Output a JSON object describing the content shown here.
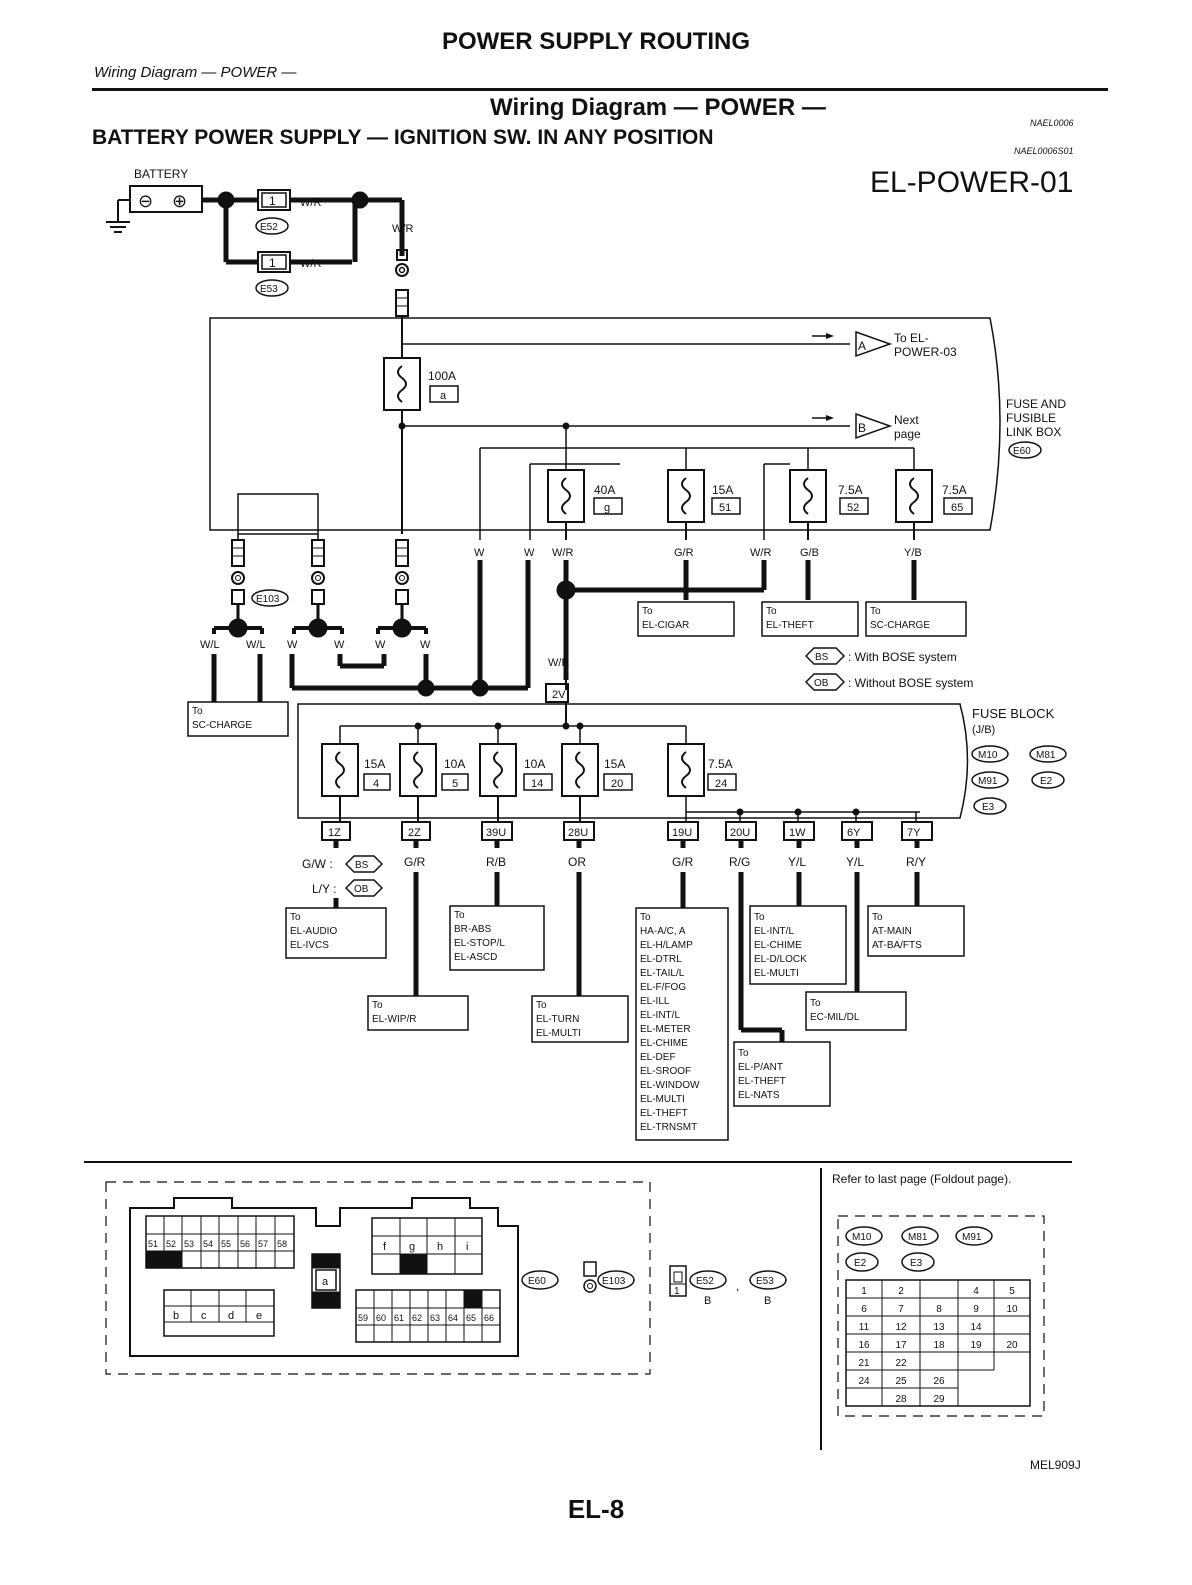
{
  "page": {
    "title": "POWER SUPPLY ROUTING",
    "subheader": "Wiring Diagram — POWER —",
    "section_title": "Wiring Diagram — POWER —",
    "battery_title": "BATTERY POWER SUPPLY — IGNITION SW. IN ANY POSITION",
    "code1": "NAEL0006",
    "code2": "NAEL0006S01",
    "diagram_id": "EL-POWER-01",
    "refer_text": "Refer to last page (Foldout page).",
    "image_code": "MEL909J",
    "page_number": "EL-8"
  },
  "battery": {
    "label": "BATTERY",
    "neg": "⊖",
    "pos": "⊕"
  },
  "links": [
    {
      "num": "1",
      "wire": "W/R",
      "conn": "E52"
    },
    {
      "num": "1",
      "wire": "W/R",
      "conn": "E53"
    }
  ],
  "main_wire": "W/R",
  "fusible_box": {
    "label1": "FUSE AND",
    "label2": "FUSIBLE",
    "label3": "LINK BOX",
    "conn": "E60",
    "main_fuse": {
      "amp": "100A",
      "id": "a"
    },
    "fuses": [
      {
        "amp": "40A",
        "id": "g",
        "wire": "W/R"
      },
      {
        "amp": "15A",
        "id": "51",
        "wire": "G/R"
      },
      {
        "amp": "7.5A",
        "id": "52",
        "wire": "G/B"
      },
      {
        "amp": "7.5A",
        "id": "65",
        "wire": "Y/B"
      }
    ],
    "arrow_a": {
      "letter": "A",
      "l1": "To EL-",
      "l2": "POWER-03"
    },
    "arrow_b": {
      "letter": "B",
      "l1": "Next",
      "l2": "page"
    }
  },
  "left_wires": {
    "w1": "W",
    "w2": "W",
    "wl1": "W/L",
    "wl2": "W/L",
    "w3": "W",
    "w4": "W",
    "w5": "W",
    "w6": "W",
    "wr2": "W/R",
    "e103": "E103"
  },
  "to_boxes_top": {
    "to": "To",
    "cigar": "EL-CIGAR",
    "theft": "EL-THEFT",
    "charge": "SC-CHARGE",
    "charge_left": "SC-CHARGE",
    "wr_theft": "W/R"
  },
  "legend": {
    "bs": "BS",
    "bs_text": ": With BOSE system",
    "ob": "OB",
    "ob_text": ": Without BOSE system"
  },
  "fuse_block": {
    "label1": "FUSE BLOCK",
    "label2": "(J/B)",
    "conns": [
      "M10",
      "M81",
      "M91",
      "E2",
      "E3"
    ],
    "input_pin": "2V",
    "fuses": [
      {
        "amp": "15A",
        "id": "4"
      },
      {
        "amp": "10A",
        "id": "5"
      },
      {
        "amp": "10A",
        "id": "14"
      },
      {
        "amp": "15A",
        "id": "20"
      },
      {
        "amp": "7.5A",
        "id": "24"
      }
    ],
    "pins": [
      "1Z",
      "2Z",
      "39U",
      "28U",
      "19U",
      "20U",
      "1W",
      "6Y",
      "7Y"
    ],
    "wires": [
      "G/R",
      "R/B",
      "OR",
      "G/R",
      "R/G",
      "Y/L",
      "Y/L",
      "R/Y"
    ],
    "gw": "G/W :",
    "ly": "L/Y :"
  },
  "bottom_boxes": {
    "audio": [
      "To",
      "EL-AUDIO",
      "EL-IVCS"
    ],
    "wiper": [
      "To",
      "EL-WIP/R"
    ],
    "abs": [
      "To",
      "BR-ABS",
      "EL-STOP/L",
      "EL-ASCD"
    ],
    "turn": [
      "To",
      "EL-TURN",
      "EL-MULTI"
    ],
    "hvac": [
      "To",
      "HA-A/C, A",
      "EL-H/LAMP",
      "EL-DTRL",
      "EL-TAIL/L",
      "EL-F/FOG",
      "EL-ILL",
      "EL-INT/L",
      "EL-METER",
      "EL-CHIME",
      "EL-DEF",
      "EL-SROOF",
      "EL-WINDOW",
      "EL-MULTI",
      "EL-THEFT",
      "EL-TRNSMT"
    ],
    "pant": [
      "To",
      "EL-P/ANT",
      "EL-THEFT",
      "EL-NATS"
    ],
    "intl": [
      "To",
      "EL-INT/L",
      "EL-CHIME",
      "EL-D/LOCK",
      "EL-MULTI"
    ],
    "mil": [
      "To",
      "EC-MIL/DL"
    ],
    "atmain": [
      "To",
      "AT-MAIN",
      "AT-BA/FTS"
    ]
  },
  "connector_views": {
    "row1": [
      "51",
      "52",
      "53",
      "54",
      "55",
      "56",
      "57",
      "58"
    ],
    "row2": [
      "b",
      "c",
      "d",
      "e"
    ],
    "center_a": "a",
    "row3": [
      "f",
      "g",
      "h",
      "i"
    ],
    "row4": [
      "59",
      "60",
      "61",
      "62",
      "63",
      "64",
      "65",
      "66"
    ],
    "e60": "E60",
    "e103": "E103",
    "e52": "E52",
    "e53": "E53",
    "pin1": "1",
    "b1": "B",
    "b2": "B",
    "sep": ","
  },
  "jb_connector": {
    "conns": [
      "M10",
      "M81",
      "M91",
      "E2",
      "E3"
    ],
    "rows": [
      [
        "1",
        "2",
        "",
        "4",
        "5"
      ],
      [
        "6",
        "7",
        "8",
        "9",
        "10"
      ],
      [
        "11",
        "12",
        "13",
        "14",
        ""
      ],
      [
        "16",
        "17",
        "18",
        "19",
        "20"
      ],
      [
        "21",
        "22",
        "",
        "",
        ""
      ],
      [
        "24",
        "25",
        "26",
        "",
        ""
      ],
      [
        "",
        "28",
        "29",
        "",
        ""
      ]
    ]
  }
}
